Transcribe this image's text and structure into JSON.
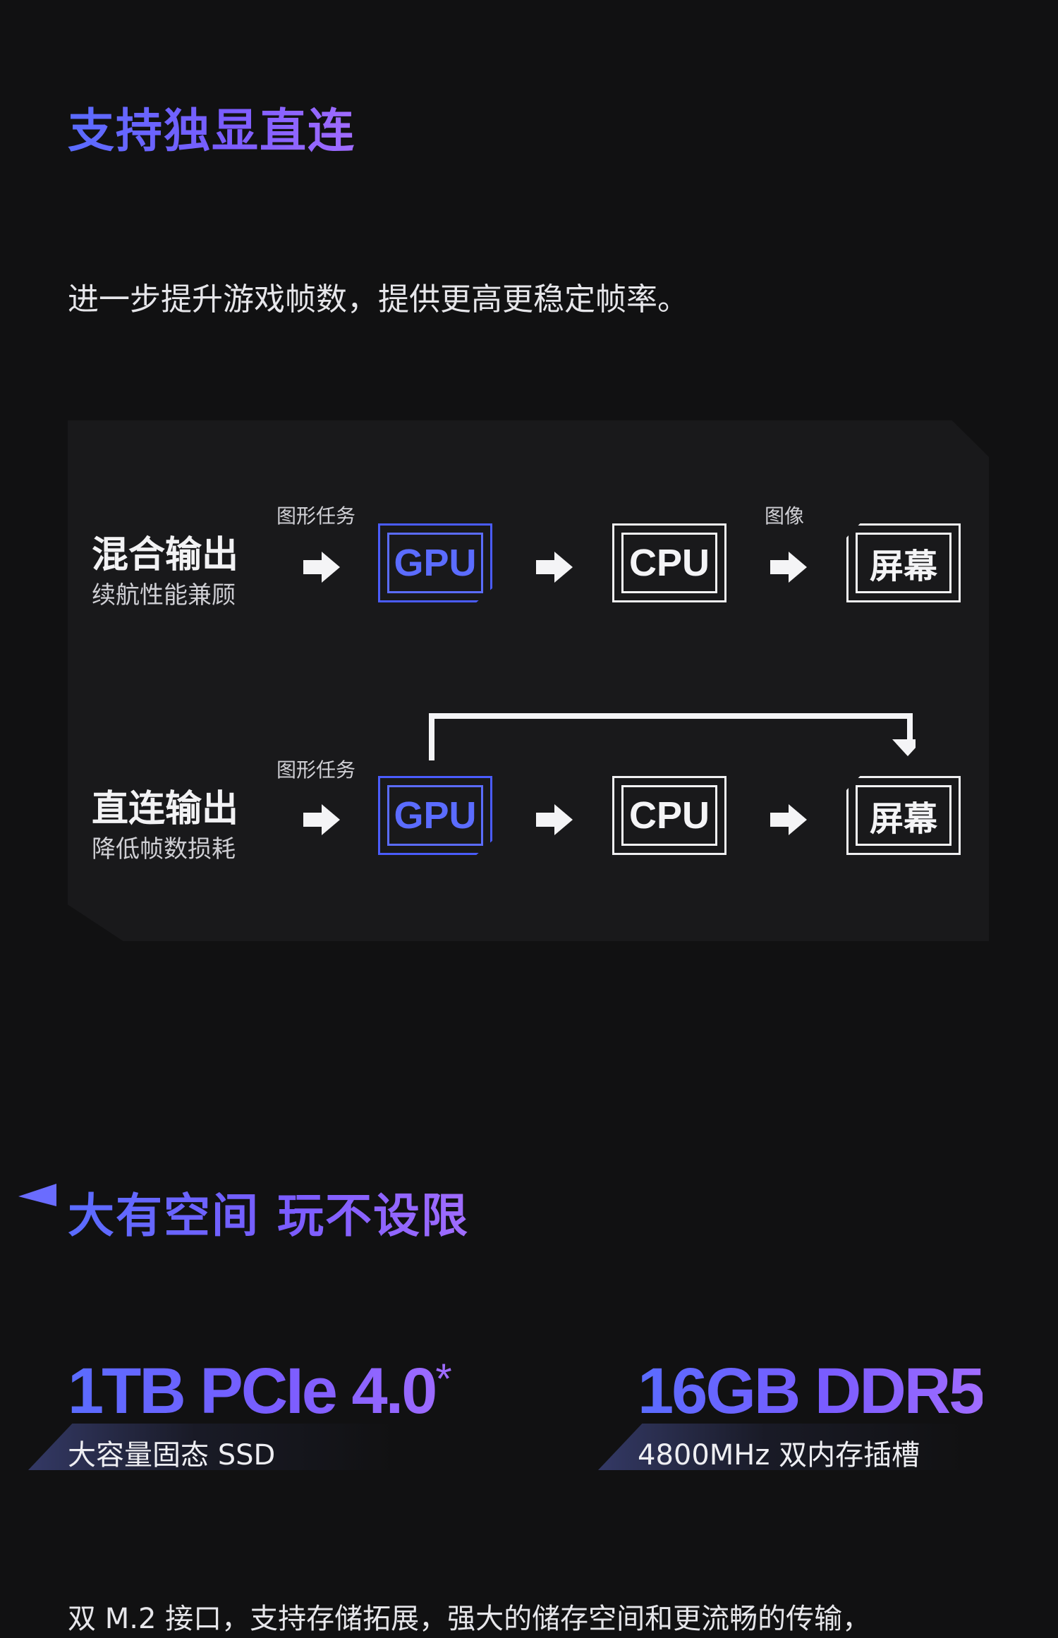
{
  "section1": {
    "title": "支持独显直连",
    "subtitle": "进一步提升游戏帧数，提供更高更稳定帧率。"
  },
  "diagram": {
    "row1": {
      "title": "混合输出",
      "subtitle": "续航性能兼顾",
      "label_gpu": "图形任务",
      "label_image": "图像",
      "gpu": "GPU",
      "cpu": "CPU",
      "screen": "屏幕"
    },
    "row2": {
      "title": "直连输出",
      "subtitle": "降低帧数损耗",
      "label_gpu": "图形任务",
      "gpu": "GPU",
      "cpu": "CPU",
      "screen": "屏幕"
    }
  },
  "section2": {
    "title": "大有空间 玩不设限",
    "spec1": {
      "big": "1TB PCIe 4.0",
      "mark": "*",
      "sub": "大容量固态 SSD"
    },
    "spec2": {
      "big": "16GB DDR5",
      "sub": "4800MHz 双内存插槽"
    },
    "description": "双 M.2 接口，支持存储拓展，强大的储存空间和更流畅的传输，"
  },
  "colors": {
    "accent": "#5b6cff",
    "background": "#111112",
    "panel": "#19191b"
  }
}
